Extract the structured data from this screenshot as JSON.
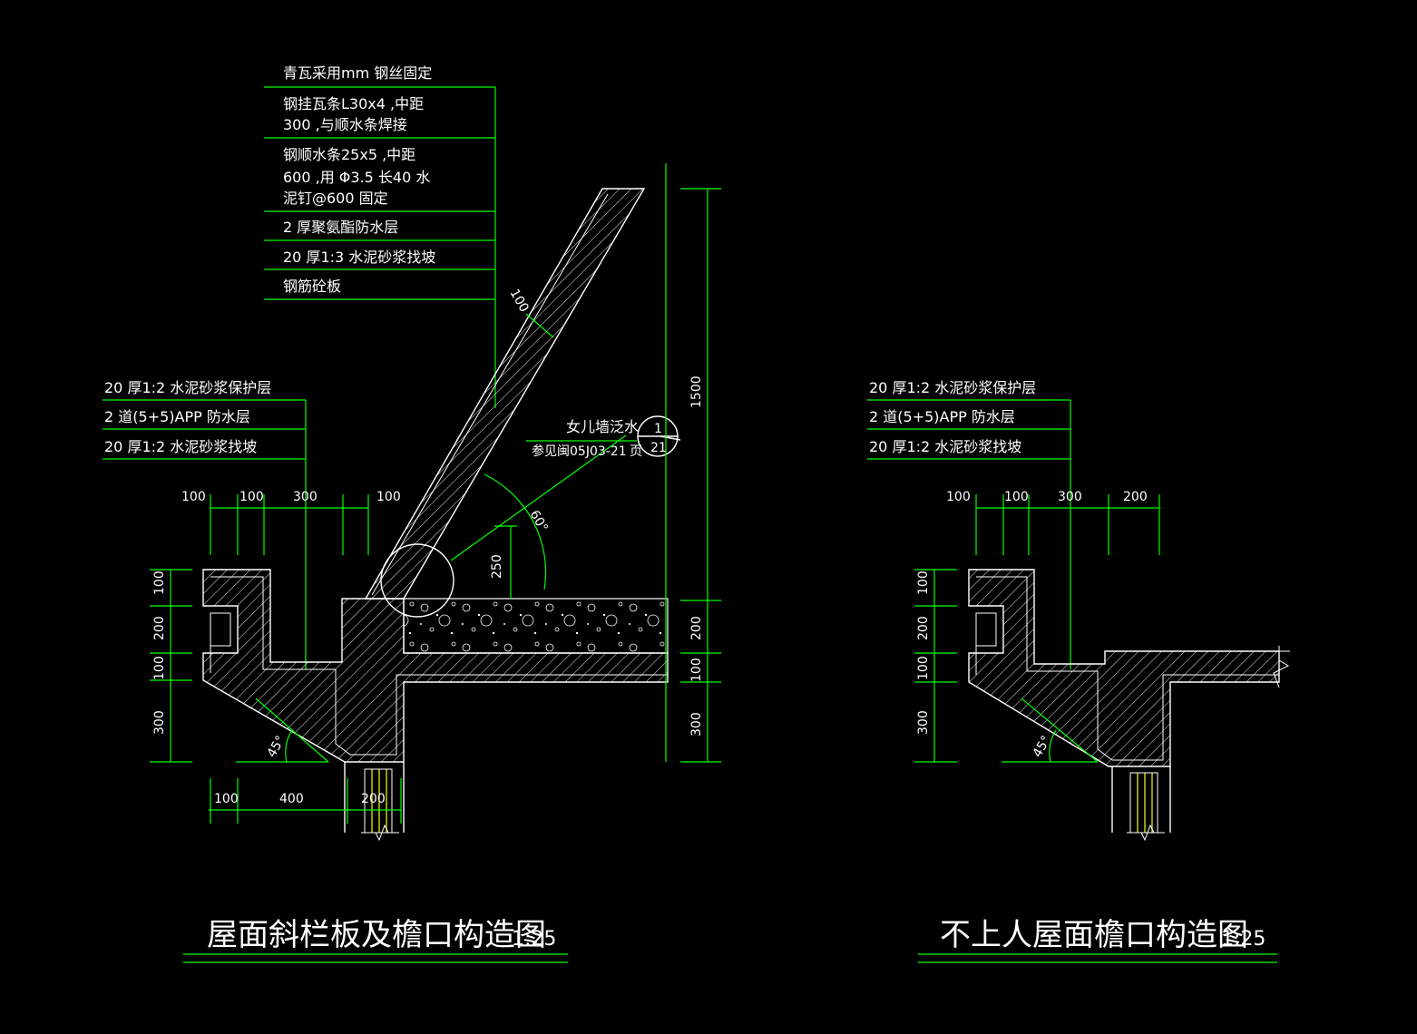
{
  "left_detail": {
    "title": "屋面斜栏板及檐口构造图",
    "scale": "1:25",
    "upper_notes": [
      [
        "青瓦采用mm   钢丝固定"
      ],
      [
        "钢挂瓦条L30x4   ,中距",
        "300  ,与顺水条焊接"
      ],
      [
        "钢顺水条25x5    ,中距",
        "600  ,用 Φ3.5 长40 水",
        "泥钉@600  固定"
      ],
      [
        "2 厚聚氨酯防水层"
      ],
      [
        "20 厚1:3  水泥砂浆找坡"
      ],
      [
        "钢筋砼板"
      ]
    ],
    "lower_notes": [
      "20 厚1:2  水泥砂浆保护层",
      "2 道(5+5)APP    防水层",
      "20 厚1:2  水泥砂浆找坡"
    ],
    "parapet_note": "女儿墙泛水",
    "reference_note": "参见闽05J03-21",
    "page_label": "页",
    "ref_top": "1",
    "ref_bottom": "21",
    "slab_thickness": "100",
    "angle_label": "60°",
    "rise_label": "250",
    "height_1500": "1500",
    "top_dims": [
      "100",
      "100",
      "300",
      "100"
    ],
    "bottom_dims": [
      "100",
      "400",
      "200"
    ],
    "left_vdims": [
      "100",
      "200",
      "100",
      "300"
    ],
    "right_vdims": [
      "200",
      "100",
      "300"
    ],
    "gutter_angle": "45°"
  },
  "right_detail": {
    "title": "不上人屋面檐口构造图",
    "scale": "1:25",
    "notes": [
      "20 厚1:2  水泥砂浆保护层",
      "2 道(5+5)APP    防水层",
      "20 厚1:2  水泥砂浆找坡"
    ],
    "top_dims": [
      "100",
      "100",
      "300",
      "200"
    ],
    "left_vdims": [
      "100",
      "200",
      "100",
      "300"
    ],
    "gutter_angle": "45°"
  },
  "colors": {
    "background": "#000000",
    "leader_lines": "#00ff00",
    "outlines": "#ffffff",
    "rebar": "#ffff00"
  }
}
